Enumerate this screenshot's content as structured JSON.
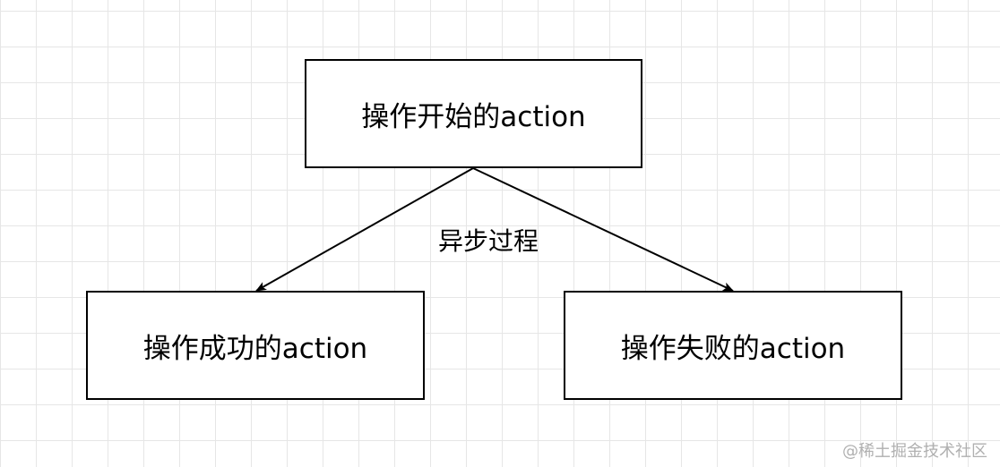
{
  "nodes": {
    "start": "操作开始的action",
    "success": "操作成功的action",
    "failure": "操作失败的action"
  },
  "edge_label": "异步过程",
  "watermark": "@稀土掘金技术社区",
  "colors": {
    "background": "#ffffff",
    "grid": "#e6e6e6",
    "stroke": "#000000",
    "watermark": "#b0b0b0"
  }
}
